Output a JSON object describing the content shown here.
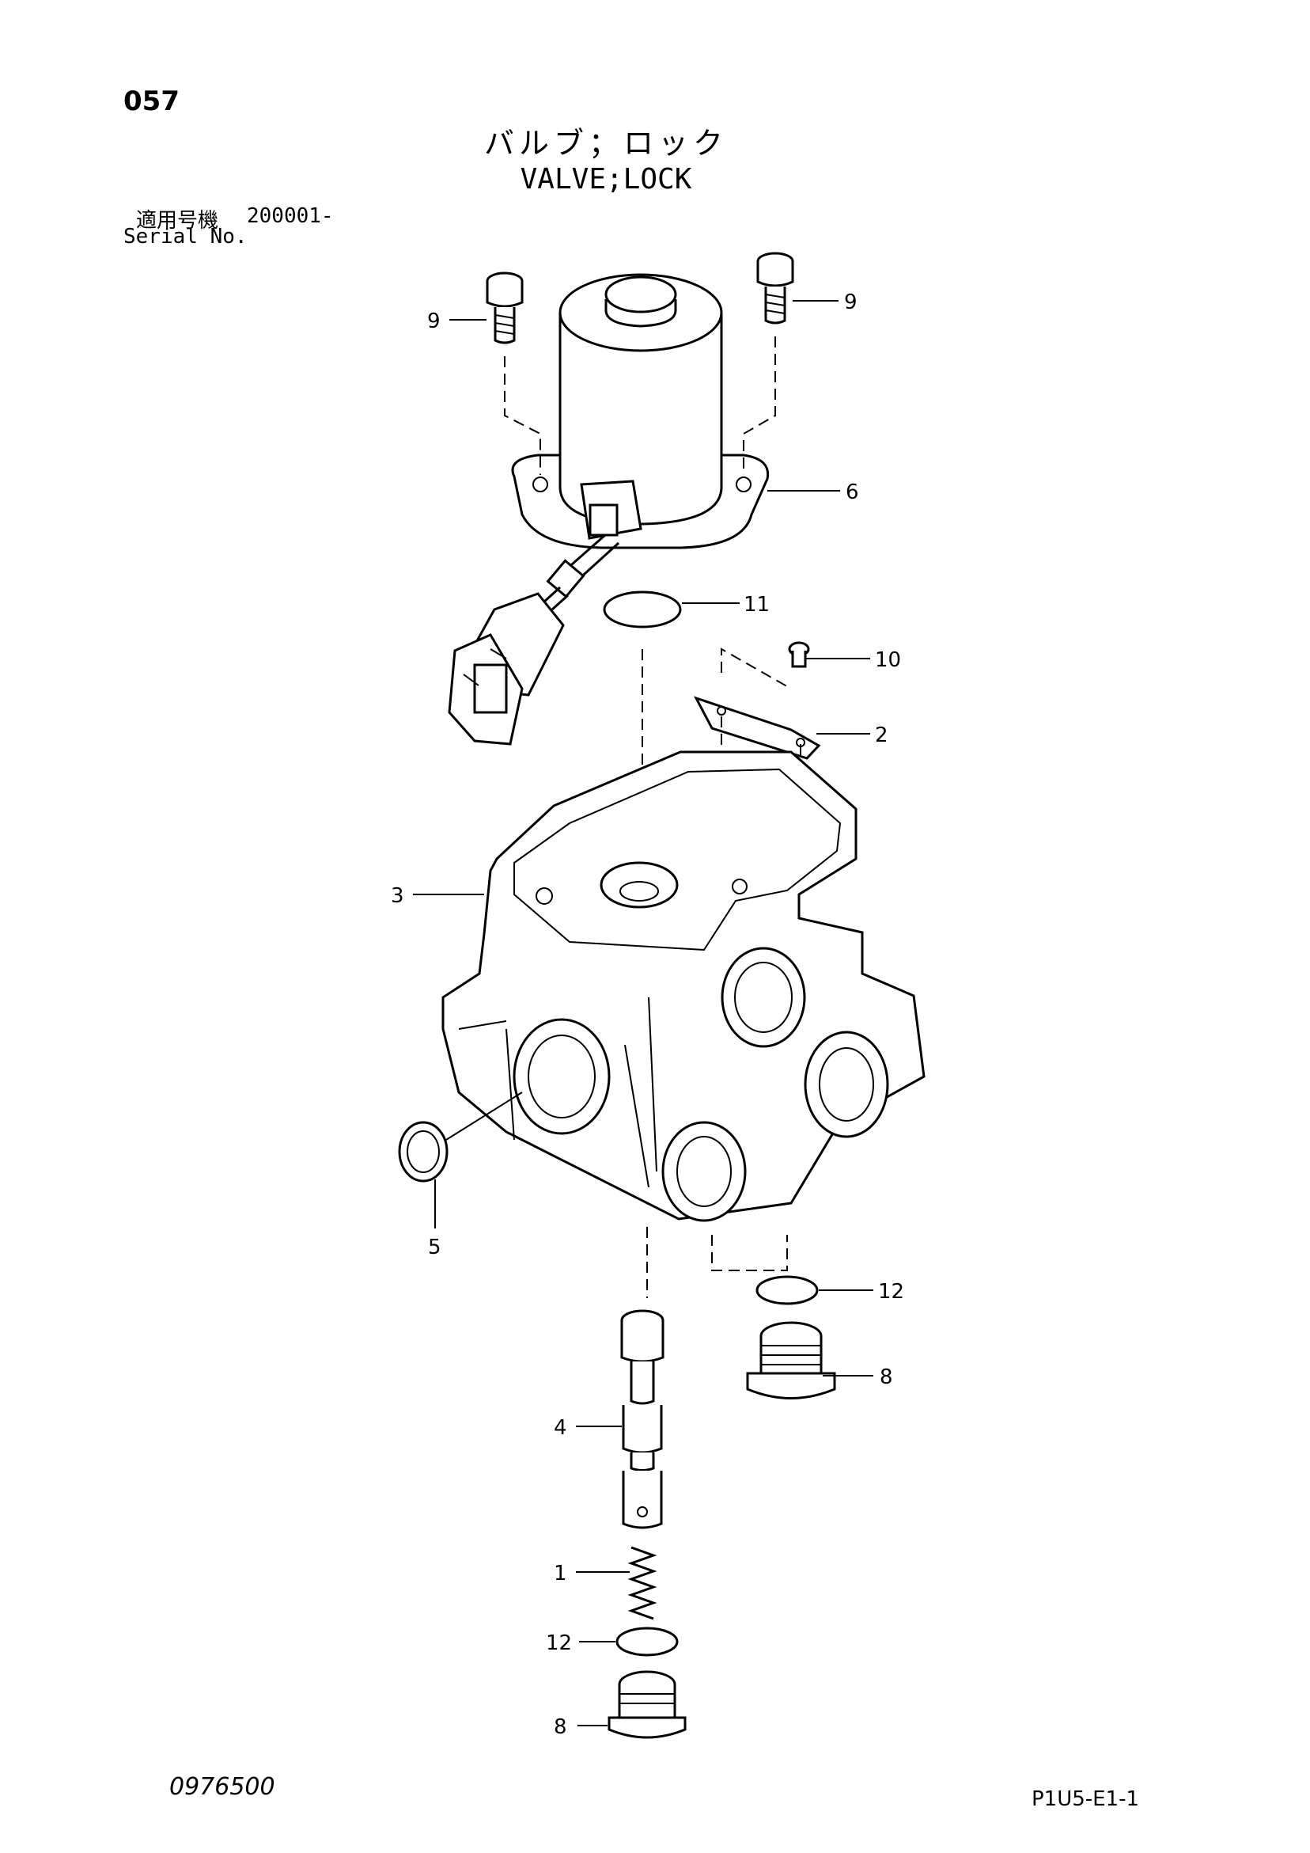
{
  "header": {
    "page_number": "057",
    "title_ja": "バルブ；ロック",
    "title_en": "VALVE;LOCK",
    "serial_label_ja": "適用号機",
    "serial_value": "200001-",
    "serial_label_en": "Serial No."
  },
  "footer": {
    "doc_code": "0976500",
    "sheet_code": "P1U5-E1-1"
  },
  "callouts": [
    "9",
    "9",
    "6",
    "11",
    "10",
    "2",
    "3",
    "5",
    "12",
    "8",
    "4",
    "1",
    "12",
    "8"
  ]
}
